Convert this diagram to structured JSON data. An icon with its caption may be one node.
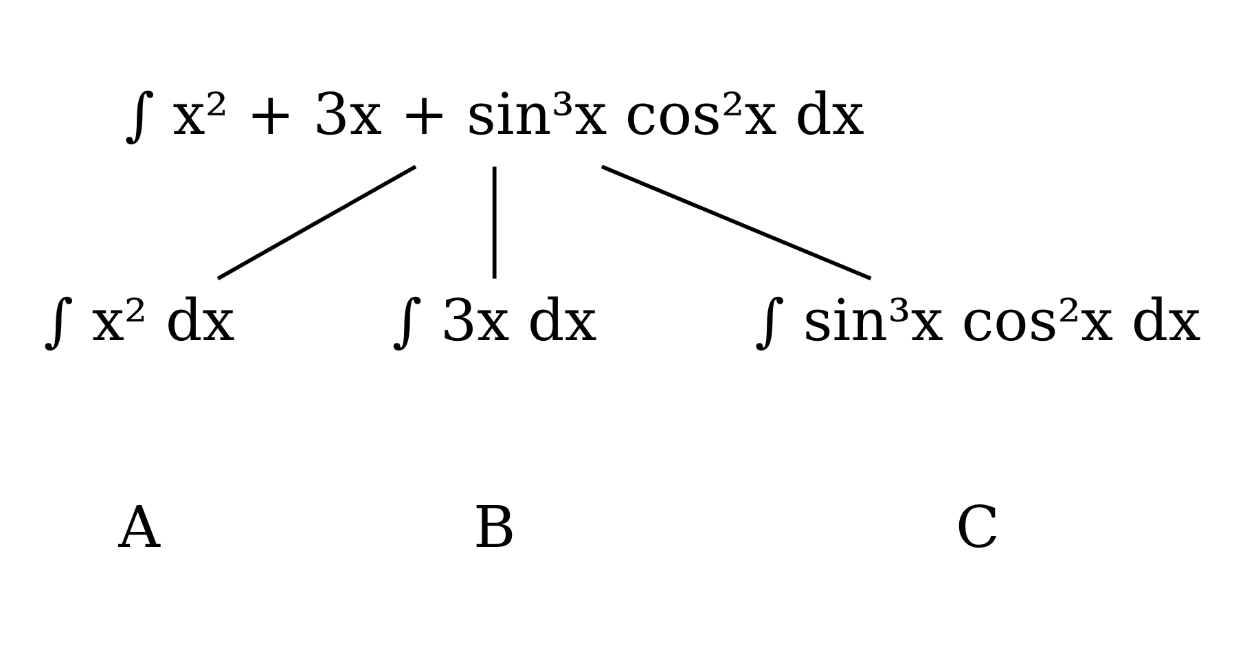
{
  "diagram": {
    "nodes": [
      {
        "text": [
          "∫ x² + 3x + sin³x cos²x dx"
        ]
      },
      {
        "text": [
          "∫ x² dx"
        ]
      },
      {
        "text": [
          "∫ 3x dx"
        ]
      },
      {
        "text": [
          "∫ sin³x cos²x dx"
        ]
      }
    ],
    "edges": [
      {
        "from": 0,
        "to": 1,
        "arrow": "none"
      },
      {
        "from": 0,
        "to": 2,
        "arrow": "none"
      },
      {
        "from": 0,
        "to": 3,
        "arrow": "none"
      }
    ],
    "labels": [
      "A",
      "B",
      "C"
    ]
  }
}
